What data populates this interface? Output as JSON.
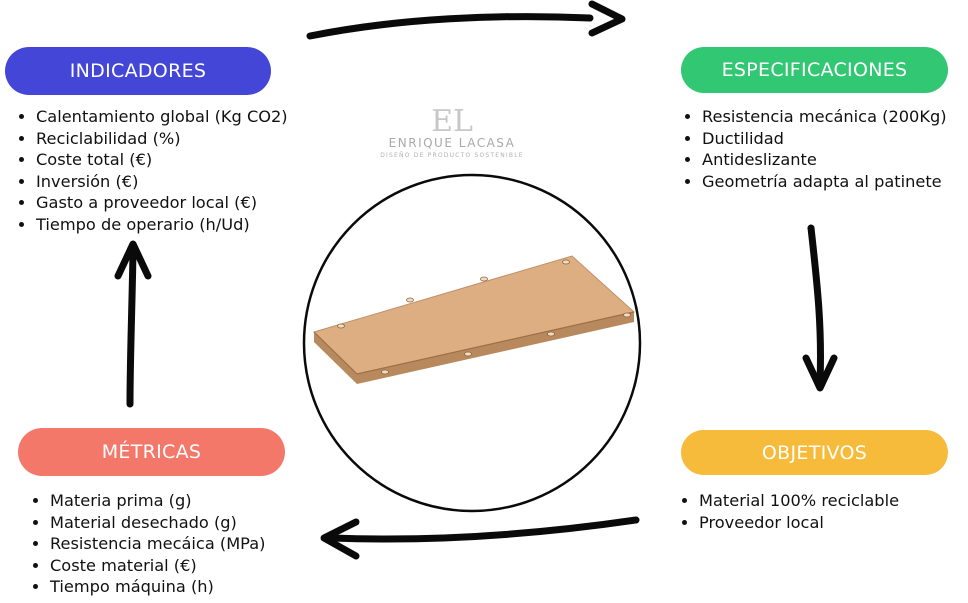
{
  "indicadores": {
    "title": "INDICADORES",
    "color": "#4446d8",
    "items": [
      "Calentamiento global (Kg CO2)",
      "Reciclabilidad (%)",
      "Coste total (€)",
      "Inversión (€)",
      "Gasto a proveedor local (€)",
      "Tiempo de operario (h/Ud)"
    ]
  },
  "especificaciones": {
    "title": "ESPECIFICACIONES",
    "color": "#32c773",
    "items": [
      "Resistencia mecánica (200Kg)",
      "Ductilidad",
      "Antideslizante",
      "Geometría adapta al patinete"
    ]
  },
  "objetivos": {
    "title": "OBJETIVOS",
    "color": "#f7bb3c",
    "items": [
      "Material 100% reciclable",
      "Proveedor local"
    ]
  },
  "metricas": {
    "title": "MÉTRICAS",
    "color": "#f3786a",
    "items": [
      "Materia prima (g)",
      "Material desechado (g)",
      "Resistencia mecáica (MPa)",
      "Coste material (€)",
      "Tiempo máquina (h)"
    ]
  },
  "watermark": {
    "monogram": "EL",
    "name": "ENRIQUE LACASA",
    "tagline": "DISEÑO DE PRODUCTO SOSTENIBLE"
  },
  "center_image": "skateboard-deck-part"
}
